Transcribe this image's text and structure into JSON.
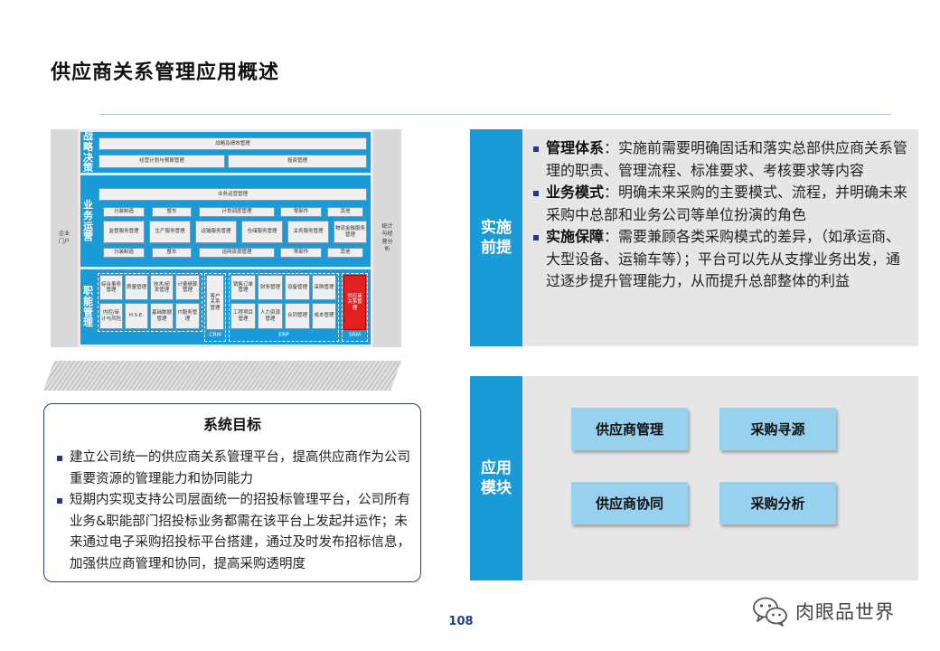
{
  "title": "供应商关系管理应用概述",
  "architecture": {
    "left_side": "企业门户",
    "right_side": "统计与经营分析",
    "strategy": {
      "label": "战略决策",
      "row1": "战略及绩效管理",
      "row2a": "经营计划与预算管理",
      "row2b": "投资管理"
    },
    "operations": {
      "label": "业务运营",
      "header": "业务运营管理",
      "row1": [
        "分装制造",
        "整车",
        "计划调度管理",
        "零部件",
        "其他"
      ],
      "row2": [
        "监督服务管理",
        "生产服务管理",
        "运输服务管理",
        "仓储服务管理",
        "关务服务管理",
        "物流金融服务管理"
      ],
      "row3": [
        "分装制造",
        "整车",
        "运网资源管理",
        "零部件",
        "其他"
      ]
    },
    "functions": {
      "label": "职能管理",
      "left_cells": [
        "综合事务管理",
        "质量管理",
        "技术/研发管理",
        "计量绩算管理",
        "内控/审计与风险",
        "H.S.E.",
        "基础数据管理",
        "IT服务管理"
      ],
      "crm_cell": "客户关系管理",
      "crm_label": "CRM",
      "erp_cells": [
        "销售订单管理",
        "财务管理",
        "设备管理",
        "采购管理",
        "工程项目管理",
        "人力资源管理",
        "合同管理",
        "成本管理"
      ],
      "erp_label": "ERP",
      "srm_cell": "供应商关系管理",
      "srm_label": "SRM"
    }
  },
  "goals": {
    "title": "系统目标",
    "items": [
      "建立公司统一的供应商关系管理平台，提高供应商作为公司重要资源的管理能力和协同能力",
      "短期内实现支持公司层面统一的招投标管理平台，公司所有业务&职能部门招投标业务都需在该平台上发起并运作；未来通过电子采购招投标平台搭建，通过及时发布招标信息，加强供应商管理和协同，提高采购透明度"
    ]
  },
  "premise": {
    "tab": "实施前提",
    "items": [
      {
        "head": "管理体系",
        "text": "：实施前需要明确固话和落实总部供应商关系管理的职责、管理流程、标准要求、考核要求等内容"
      },
      {
        "head": "业务模式",
        "text": "：明确未来采购的主要模式、流程，并明确未来采购中总部和业务公司等单位扮演的角色"
      },
      {
        "head": "实施保障",
        "text": "：需要兼顾各类采购模式的差异，（如承运商、大型设备、运输车等）；平台可以先从支撑业务出发，通过逐步提升管理能力，从而提升总部整体的利益"
      }
    ]
  },
  "modules": {
    "tab": "应用模块",
    "items": [
      "供应商管理",
      "采购寻源",
      "供应商协同",
      "采购分析"
    ]
  },
  "page_number": "108",
  "watermark": {
    "text": "肉眼品世界",
    "icon": "wechat-icon"
  },
  "colors": {
    "accent": "#1a9ad6",
    "module": "#97d1ee",
    "srm": "#e41f1f",
    "bullet": "#27348b"
  }
}
